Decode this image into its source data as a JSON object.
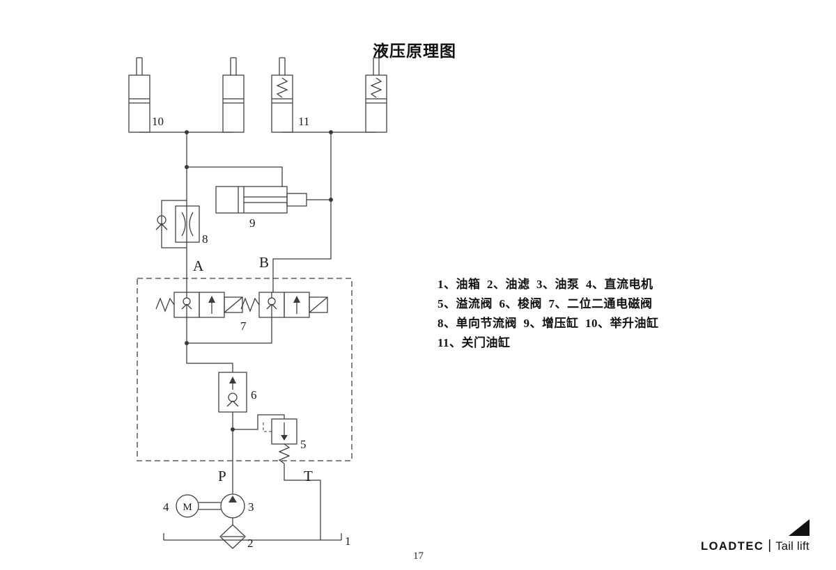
{
  "page": {
    "title": "液压原理图",
    "page_number": "17",
    "colors": {
      "line": "#3a3a3a",
      "ink": "#1a1a1a"
    }
  },
  "diagram": {
    "labels": {
      "tank": "1",
      "filter": "2",
      "pump": "3",
      "motor": "4",
      "motor_letter": "M",
      "relief_valve": "5",
      "check_valve": "6",
      "solenoid_valve": "7",
      "throttle_valve": "8",
      "booster": "9",
      "lift_cylinder": "10",
      "close_cylinder": "11",
      "port_a": "A",
      "port_b": "B",
      "port_p": "P",
      "port_t": "T"
    }
  },
  "legend": {
    "lines": [
      "1、油箱  2、油滤  3、油泵  4、直流电机",
      "5、溢流阀  6、梭阀  7、二位二通电磁阀",
      "8、单向节流阀  9、增压缸  10、举升油缸",
      "11、关门油缸"
    ]
  },
  "footer": {
    "brand": "LOADTEC",
    "separator": "|",
    "product": "Tail lift",
    "logo_icon": "triangle-icon"
  }
}
